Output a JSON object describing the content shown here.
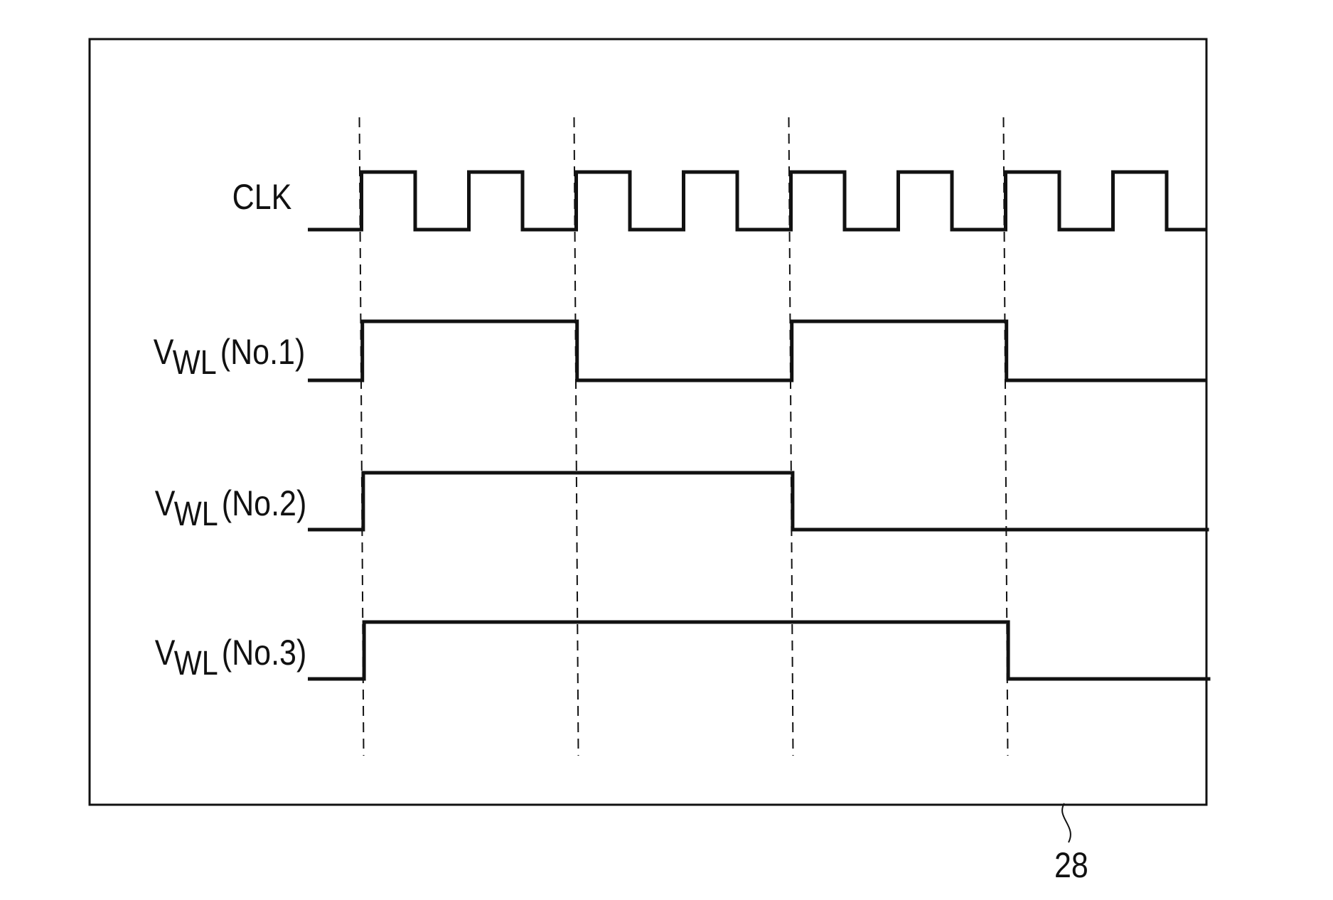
{
  "diagram": {
    "type": "timing-diagram",
    "reference_numeral": "28",
    "line_color": "#111111",
    "signals": [
      {
        "name": "CLK",
        "subscript": "",
        "suffix": "",
        "waveform": [
          0,
          1,
          0,
          1,
          0,
          1,
          0,
          1,
          0,
          1,
          0,
          1,
          0,
          1,
          0,
          1,
          0
        ]
      },
      {
        "name": "V",
        "subscript": "WL",
        "suffix": "(No.1)",
        "waveform": [
          0,
          1,
          1,
          1,
          1,
          0,
          0,
          0,
          0,
          1,
          1,
          1,
          1,
          0,
          0,
          0,
          0
        ]
      },
      {
        "name": "V",
        "subscript": "WL",
        "suffix": "(No.2)",
        "waveform": [
          0,
          1,
          1,
          1,
          1,
          1,
          1,
          1,
          1,
          0,
          0,
          0,
          0,
          0,
          0,
          0,
          0
        ]
      },
      {
        "name": "V",
        "subscript": "WL",
        "suffix": "(No.3)",
        "waveform": [
          0,
          1,
          1,
          1,
          1,
          1,
          1,
          1,
          1,
          1,
          1,
          1,
          1,
          0,
          0,
          0,
          0
        ]
      }
    ],
    "marker_after_half_periods": [
      1,
      5,
      9,
      13
    ]
  }
}
